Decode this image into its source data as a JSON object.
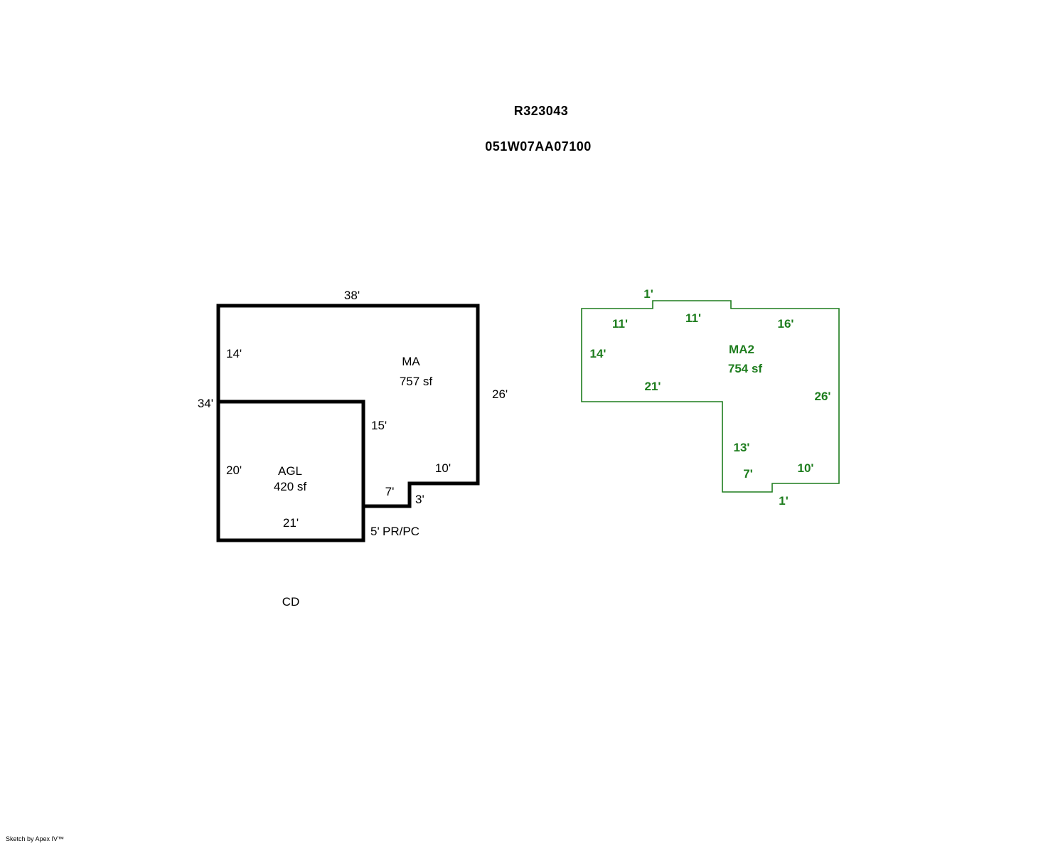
{
  "header": {
    "record_id": "R323043",
    "parcel_id": "051W07AA07100"
  },
  "left_sketch": {
    "name": "MA",
    "area": "757 sf",
    "dim_top": "38'",
    "dim_left_upper": "14'",
    "dim_left_total": "34'",
    "dim_right": "26'",
    "dim_inner_vertical": "15'",
    "dim_bottom_right": "10'",
    "dim_step_horizontal": "7'",
    "dim_step_vertical": "3'",
    "dim_porch": "5'",
    "porch_label": "PR/PC",
    "sub_name": "AGL",
    "sub_area": "420 sf",
    "sub_dim_left": "20'",
    "sub_dim_bottom": "21'",
    "note": "CD"
  },
  "right_sketch": {
    "name": "MA2",
    "area": "754 sf",
    "dim_top_notch": "1'",
    "dim_top_left": "11'",
    "dim_top_mid": "11'",
    "dim_top_right": "16'",
    "dim_left": "14'",
    "dim_inner_bottom": "21'",
    "dim_right": "26'",
    "dim_inner_vertical": "13'",
    "dim_step_horizontal": "7'",
    "dim_bottom_right": "10'",
    "dim_bottom_notch": "1'"
  },
  "footer": {
    "credit": "Sketch by Apex IV™"
  },
  "colors": {
    "primary_outline": "#000000",
    "secondary_outline": "#1e7d1e"
  }
}
